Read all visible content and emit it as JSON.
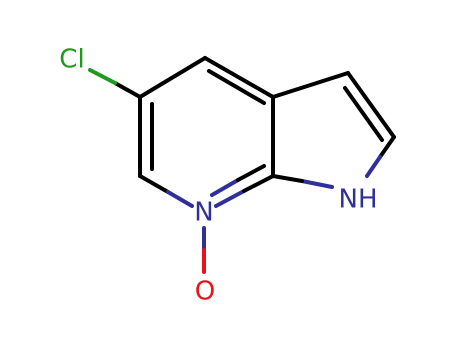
{
  "molecule": {
    "atoms": {
      "chlorine": "Cl",
      "pyridine_nitrogen": "N",
      "pyrrole_nitrogen": "NH",
      "oxide_oxygen": "O"
    },
    "colors": {
      "carbon_bond": "#000000",
      "nitrogen": "#30309a",
      "oxygen": "#e8131a",
      "chlorine": "#1e9a1e"
    }
  }
}
